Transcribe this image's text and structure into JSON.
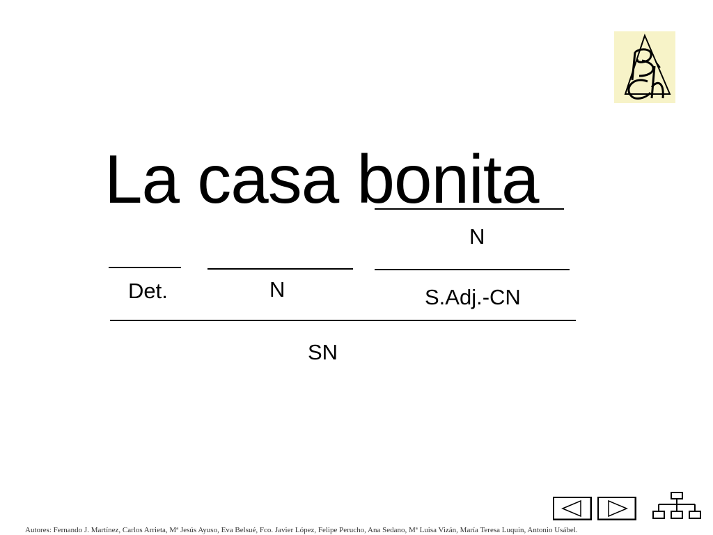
{
  "sentence": {
    "word_1": "La",
    "word_2": "casa",
    "word_3": "bonita"
  },
  "analysis": {
    "upper_label": "N",
    "det_label": "Det.",
    "noun_label": "N",
    "sadj_label": "S.Adj.-CN",
    "phrase_label": "SN"
  },
  "logo": {
    "icon": "bch-logo",
    "background": "#f7f3c8"
  },
  "navigation": {
    "prev_icon": "triangle-left-icon",
    "next_icon": "triangle-right-icon",
    "outline_icon": "org-chart-icon"
  },
  "footer": {
    "authors": "Autores: Fernando J. Martínez, Carlos Arrieta, Mª Jesús Ayuso, Eva Belsué, Fco. Javier López, Felipe Perucho, Ana Sedano, Mª Luisa Vizán, María Teresa Luquin, Antonio Usábel."
  }
}
